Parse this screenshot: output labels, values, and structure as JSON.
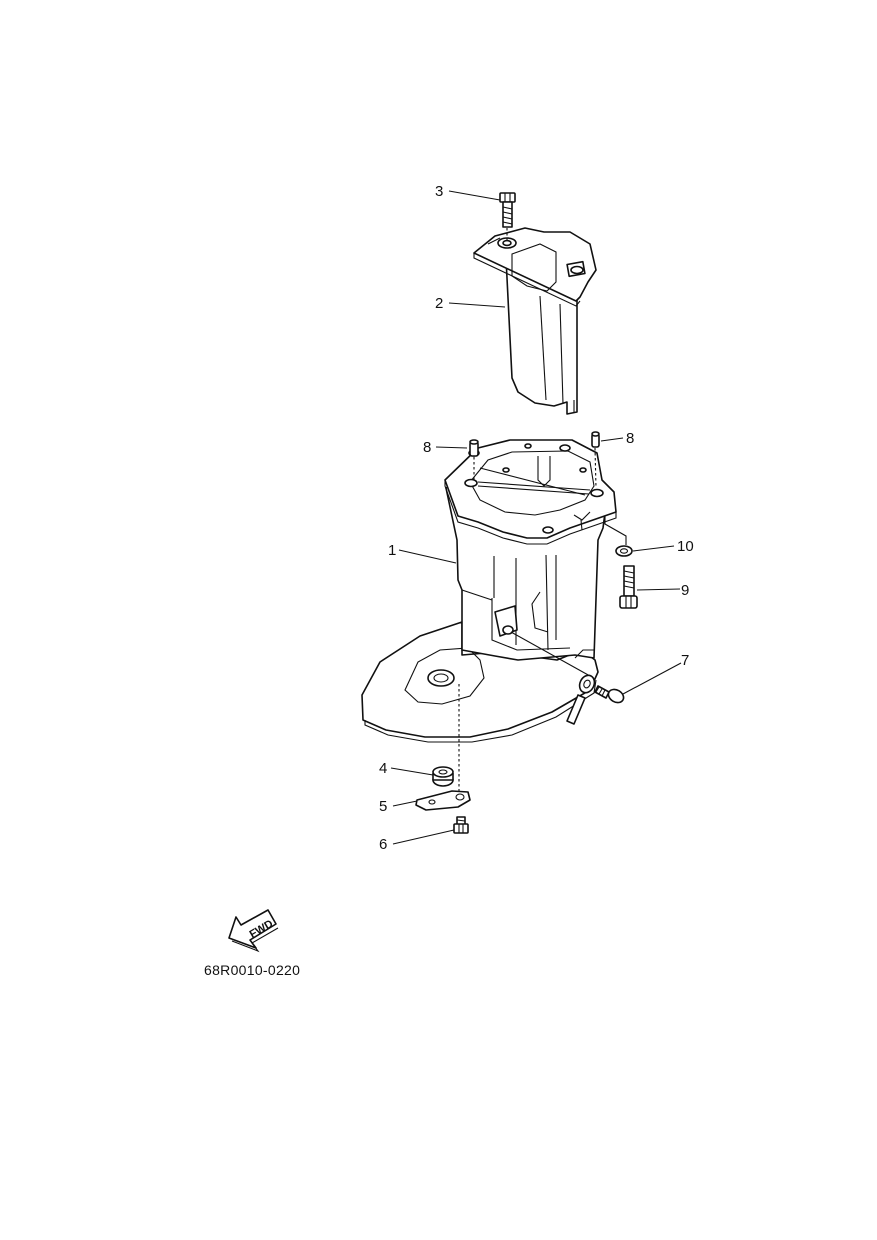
{
  "diagram": {
    "callouts": [
      {
        "id": "upper-casing",
        "number": "1"
      },
      {
        "id": "exhaust-guide",
        "number": "2"
      },
      {
        "id": "guide-bolt",
        "number": "3"
      },
      {
        "id": "drain-grommet",
        "number": "4"
      },
      {
        "id": "drain-plate",
        "number": "5"
      },
      {
        "id": "drain-bolt",
        "number": "6"
      },
      {
        "id": "ground-lead-screw",
        "number": "7"
      },
      {
        "id": "dowel-pin-left",
        "number": "8"
      },
      {
        "id": "dowel-pin-right",
        "number": "8"
      },
      {
        "id": "casing-bolt",
        "number": "9"
      },
      {
        "id": "casing-washer",
        "number": "10"
      }
    ],
    "fwd_label": "FWD",
    "catalog_code": "68R0010-0220"
  },
  "colors": {
    "line": "#111111",
    "background": "#ffffff"
  },
  "icons": {
    "forward": "fwd-arrow-icon"
  }
}
